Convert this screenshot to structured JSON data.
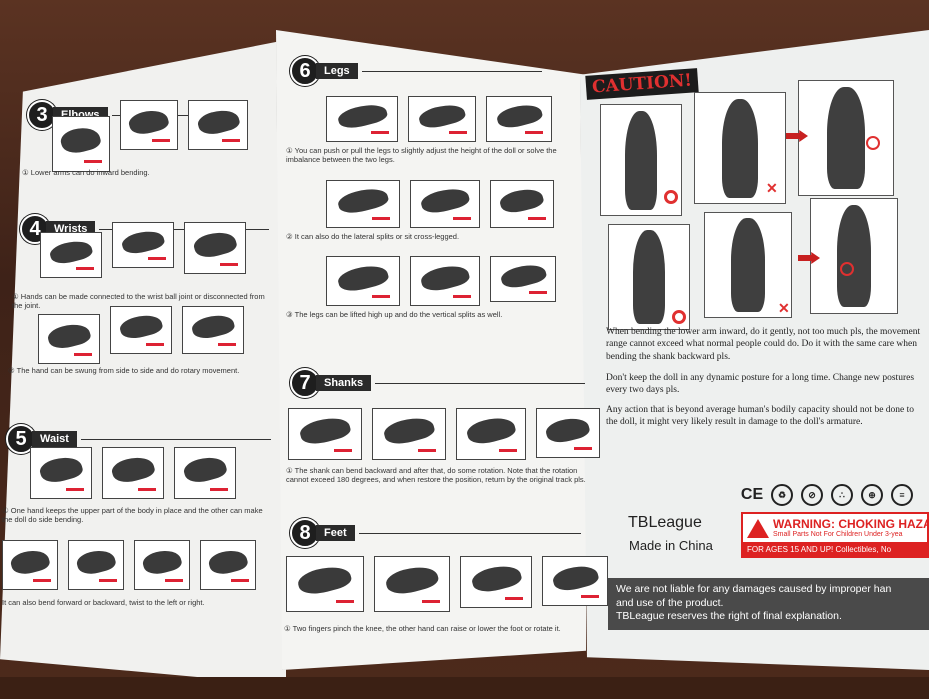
{
  "sections": {
    "elbows": {
      "num": "3",
      "label": "Elbows",
      "caption": "① Lower arms can do inward bending."
    },
    "wrists": {
      "num": "4",
      "label": "Wrists",
      "caption1": "① Hands can be made connected to the wrist ball joint or disconnected from the joint.",
      "caption2": "② The hand can be swung from side to side and do rotary movement."
    },
    "waist": {
      "num": "5",
      "label": "Waist",
      "caption1": "① One hand keeps the upper part of the body in place and the other can make the doll do side bending.",
      "caption2": "It can also bend forward or backward, twist to the left or right."
    },
    "legs": {
      "num": "6",
      "label": "Legs",
      "caption1": "① You can push or pull the legs to slightly adjust the height of the doll or solve the imbalance between the two legs.",
      "caption2": "② It can also do the lateral splits or sit cross-legged.",
      "caption3": "③ The legs can be lifted high up and do the vertical splits as well."
    },
    "shanks": {
      "num": "7",
      "label": "Shanks",
      "caption": "① The shank can bend backward and after that, do some rotation. Note that the rotation cannot exceed 180 degrees, and when restore the position, return by the original track pls."
    },
    "feet": {
      "num": "8",
      "label": "Feet",
      "caption": "① Two fingers pinch the knee, the other hand can raise or lower the foot or rotate it."
    }
  },
  "caution": {
    "title": "CAUTION!",
    "para1": "When bending the lower arm inward, do it gently, not too much pls, the movement range cannot exceed what normal people could do. Do it with the same care when bending the shank backward pls.",
    "para2": "Don't keep the doll in any dynamic posture for a long time. Change new postures every two days pls.",
    "para3": "Any action that is beyond average human's bodily capacity should not be done to the doll, it might very likely result in damage to the doll's armature."
  },
  "brand": {
    "name": "TBLeague",
    "made_in": "Made in China"
  },
  "symbols": [
    "CE",
    "♻",
    "⊘",
    "∴",
    "⊕",
    "≡"
  ],
  "warning": {
    "title": "WARNING: CHOKING HAZA",
    "small": "Small Parts Not For Children Under 3-yea",
    "age": "FOR AGES 15 AND UP! Collectibles, No"
  },
  "liability": {
    "line1": "We are not liable for any damages caused by improper han",
    "line2": "and use of the product.",
    "line3": "TBLeague reserves the right of final explanation."
  },
  "colors": {
    "accent_red": "#e03030",
    "panel_dark": "#1e1e1e",
    "paper": "#f1f1ef"
  }
}
